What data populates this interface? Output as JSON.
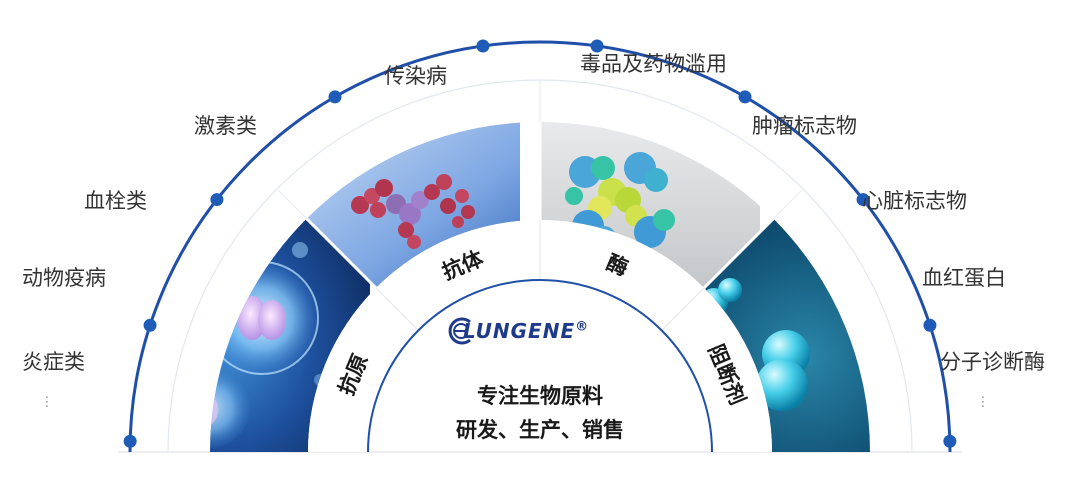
{
  "outer_labels": {
    "left": [
      "传染病",
      "激素类",
      "血栓类",
      "动物疫病",
      "炎症类",
      "···"
    ],
    "right": [
      "毒品及药物滥用",
      "肿瘤标志物",
      "心脏标志物",
      "血红蛋白",
      "分子诊断酶",
      "···"
    ]
  },
  "segments": [
    {
      "label": "抗原",
      "image": "cell-image"
    },
    {
      "label": "抗体",
      "image": "antibody-protein-image"
    },
    {
      "label": "酶",
      "image": "enzyme-protein-image"
    },
    {
      "label": "阻断剂",
      "image": "blocker-spheres-image"
    }
  ],
  "logo": {
    "text": "LUNGENE",
    "mark": "®"
  },
  "center": {
    "line1": "专注生物原料",
    "line2": "研发、生产、销售"
  },
  "colors": {
    "accent": "#1f4fa8",
    "dot": "#1f5cb8",
    "ring_light": "#e3e8ef"
  }
}
